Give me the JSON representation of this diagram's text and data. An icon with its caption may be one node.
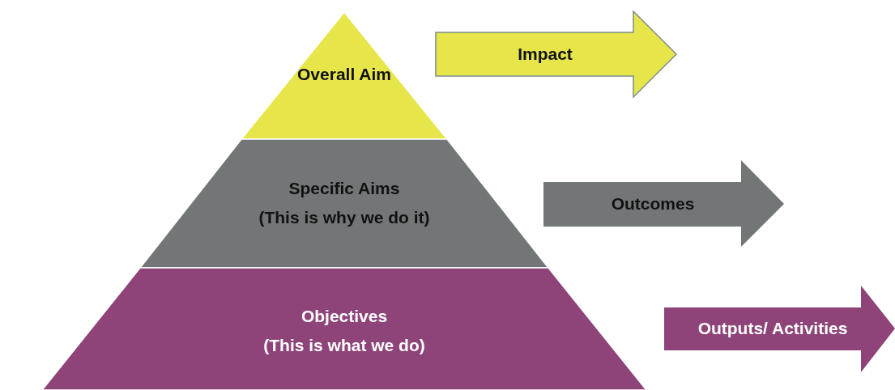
{
  "diagram": {
    "nodes": [
      {
        "text": [
          "Overall Aim"
        ]
      },
      {
        "text": [
          "Specific Aims",
          "(This is why we do it)"
        ]
      },
      {
        "text": [
          "Objectives",
          "(This is what we do)"
        ]
      },
      {
        "text": [
          "Impact"
        ]
      },
      {
        "text": [
          "Outcomes"
        ]
      },
      {
        "text": [
          "Outputs/ Activities"
        ]
      }
    ]
  }
}
